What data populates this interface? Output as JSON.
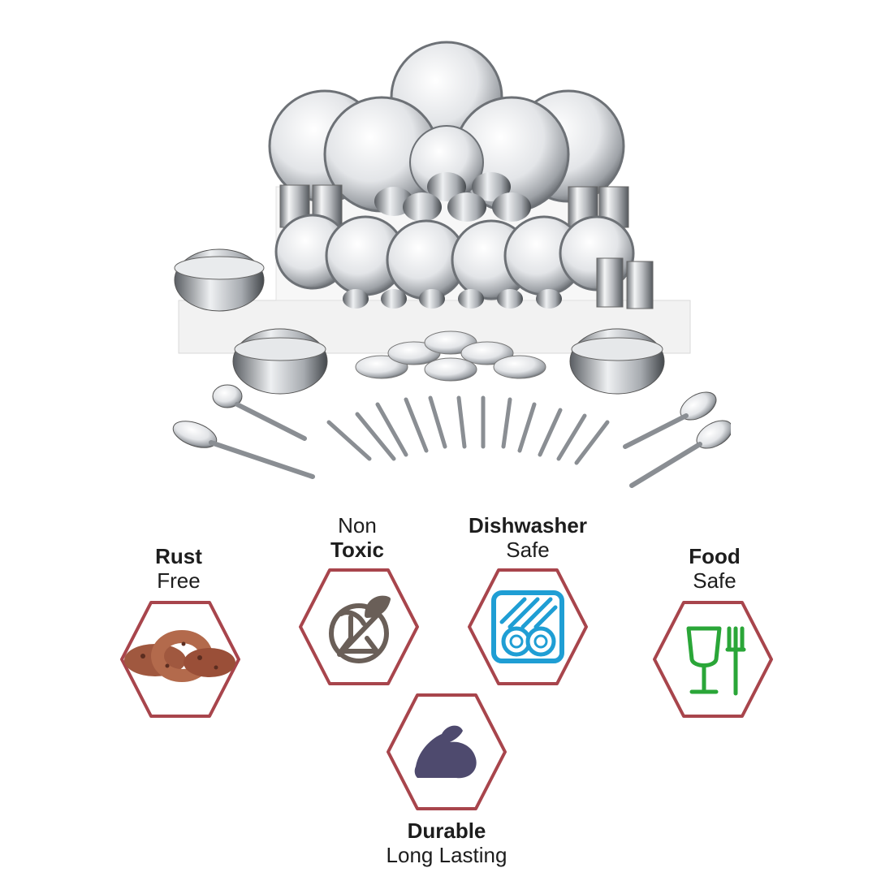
{
  "features": {
    "rust": {
      "line1": "Rust",
      "line2": "Free",
      "icon": "rusted-chain-icon"
    },
    "nontoxic": {
      "line1": "Non",
      "line2": "Toxic",
      "icon": "leaf-flask-icon"
    },
    "dishwasher": {
      "line1": "Dishwasher",
      "line2": "Safe",
      "icon": "dishwasher-icon"
    },
    "food": {
      "line1": "Food",
      "line2": "Safe",
      "icon": "glass-fork-icon"
    },
    "durable": {
      "line1": "Durable",
      "line2": "Long Lasting",
      "icon": "flexed-arm-icon"
    }
  },
  "colors": {
    "hex_border": "#a8454c",
    "dishwasher_blue": "#1f9ed4",
    "food_green": "#2aa638",
    "arm_purple": "#4e4a6e",
    "icon_brown": "#6a5f58",
    "rust_brown": "#8a4a35"
  }
}
